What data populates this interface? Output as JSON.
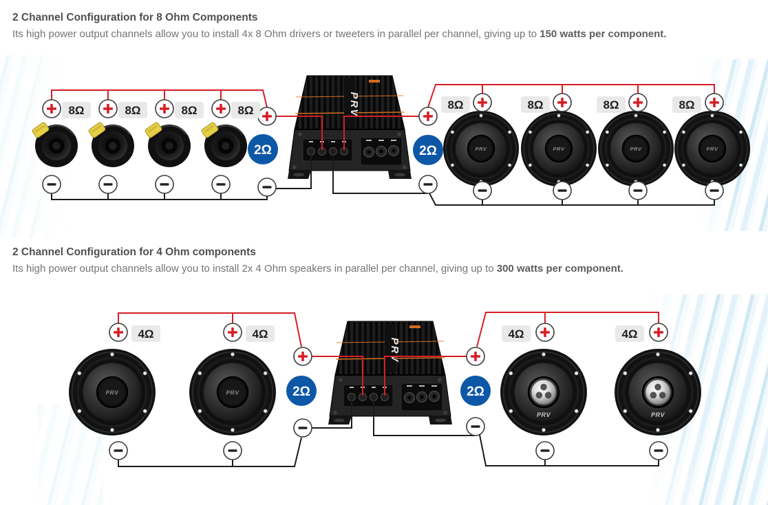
{
  "brand": "PRV",
  "sections": [
    {
      "heading": "2 Channel Configuration for 8 Ohm Components",
      "body": "Its high power output channels allow you to install 4x 8 Ohm drivers or tweeters in parallel per channel, giving up to ",
      "body_bold": "150 watts per component.",
      "speaker_impedance": "8Ω",
      "bridged_impedance": "2Ω",
      "left_speaker_count": 4,
      "right_speaker_count": 4
    },
    {
      "heading": "2 Channel Configuration for 4 Ohm components",
      "body": "Its high power output channels allow you to install 2x 4 Ohm speakers in parallel per channel, giving up to ",
      "body_bold": "300 watts per component.",
      "speaker_impedance": "4Ω",
      "bridged_impedance": "2Ω",
      "left_speaker_count": 2,
      "right_speaker_count": 2
    }
  ],
  "terminals": {
    "positive": "+",
    "negative": "−"
  },
  "colors": {
    "positive_wire": "#d61e26",
    "negative_wire": "#1b1b1b",
    "bridge_badge": "#0d57a7",
    "impedance_chip": "#e9e9e9",
    "amp_accent": "#e87722"
  }
}
